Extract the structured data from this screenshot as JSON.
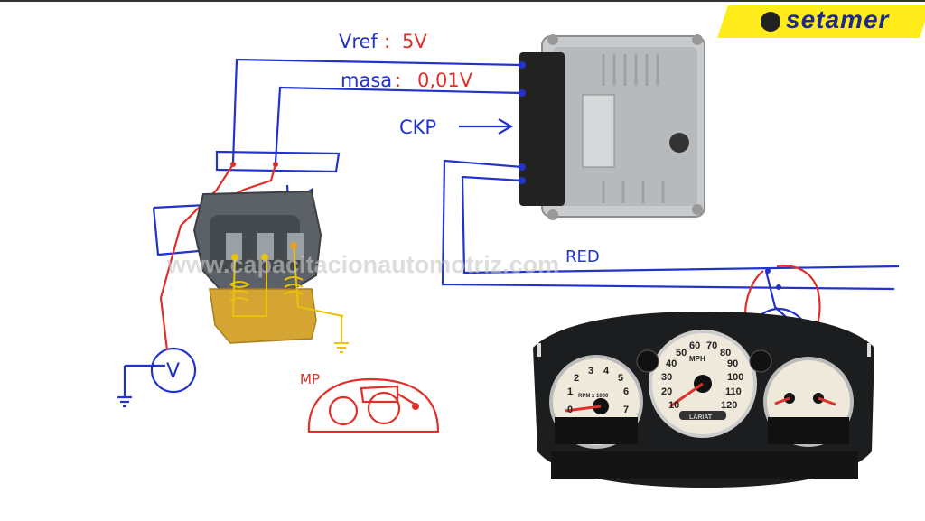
{
  "logo": {
    "text": "setamer",
    "color": "#1d2a8c",
    "background": "#ffec1a"
  },
  "watermark": "www.capacitacionautomotriz.com",
  "labels": {
    "vref": "Vref",
    "vref_sep": ":",
    "vref_value": "5V",
    "masa": "masa",
    "masa_sep": ":",
    "masa_value": "0,01V",
    "ckp": "CKP",
    "red": "RED",
    "voltmeter": "V",
    "mp": "MP"
  },
  "cluster": {
    "speedo_unit": "MPH",
    "speedo_ticks": [
      "10",
      "20",
      "30",
      "40",
      "50",
      "60",
      "70",
      "80",
      "90",
      "100",
      "110",
      "120"
    ],
    "tach_unit": "RPM x 1000",
    "tach_ticks": [
      "0",
      "1",
      "2",
      "3",
      "4",
      "5",
      "6",
      "7"
    ],
    "badge": "LARIAT"
  },
  "colors": {
    "ink_blue": "#2233cc",
    "ink_red": "#e0302a",
    "ink_yellow": "#e8c20a"
  }
}
